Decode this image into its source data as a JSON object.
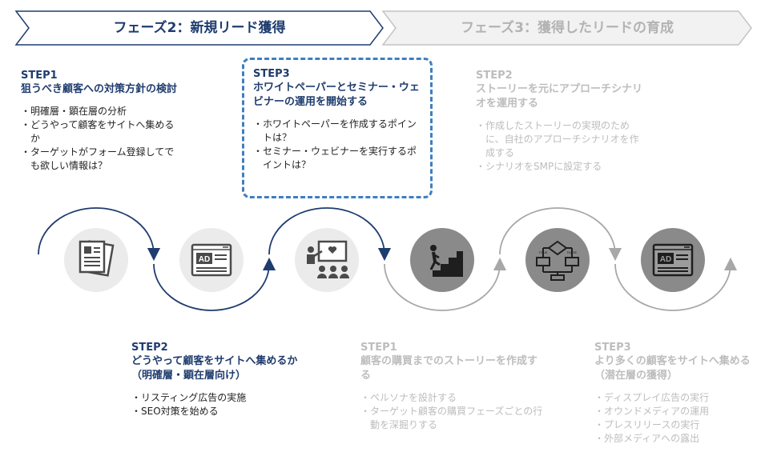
{
  "phases": {
    "phase2": "フェーズ2：新規リード獲得",
    "phase3": "フェーズ3：獲得したリードの育成"
  },
  "phase2_steps": [
    {
      "num": "STEP1",
      "title": "狙うべき顧客への対策方針の検討",
      "bullets": [
        "明確層・顕在層の分析",
        "どうやって顧客をサイトへ集めるか",
        "ターゲットがフォーム登録してでも欲しい情報は？"
      ]
    },
    {
      "num": "STEP2",
      "title": "どうやって顧客をサイトへ集めるか（明確層・顕在層向け）",
      "bullets": [
        "リスティング広告の実施",
        "SEO対策を始める"
      ]
    },
    {
      "num": "STEP3",
      "title": "ホワイトペーパーとセミナー・ウェビナーの運用を開始する",
      "bullets": [
        "ホワイトペーパーを作成するポイントは？",
        "セミナー・ウェビナーを実行するポイントは？"
      ]
    }
  ],
  "phase3_steps": [
    {
      "num": "STEP1",
      "title": "顧客の購買までのストーリーを作成する",
      "bullets": [
        "ペルソナを設計する",
        "ターゲット顧客の購買フェーズごとの行動を深掘りする"
      ]
    },
    {
      "num": "STEP2",
      "title": "ストーリーを元にアプローチシナリオを運用する",
      "bullets": [
        "作成したストーリーの実現のために、自社のアプローチシナリオを作成する",
        "シナリオをSMPに設定する"
      ]
    },
    {
      "num": "STEP3",
      "title": "より多くの顧客をサイトへ集める（潜在層の獲得）",
      "bullets": [
        "ディスプレイ広告の実行",
        "オウンドメディアの運用",
        "プレスリリースの実行",
        "外部メディアへの露出"
      ]
    }
  ],
  "icons": {
    "ad_text": "AD",
    "flow_true": "TRUE",
    "flow_false": "FALSE"
  },
  "colors": {
    "active_text": "#1f3c6e",
    "active_arrow": "#1f3c6e",
    "highlight": "#3e7fc1",
    "inactive_text": "#bdbdbd",
    "inactive_arrow": "#a8a8a8",
    "icon_bg_light": "#ebebeb",
    "icon_bg_dark": "#8a8a8a"
  }
}
